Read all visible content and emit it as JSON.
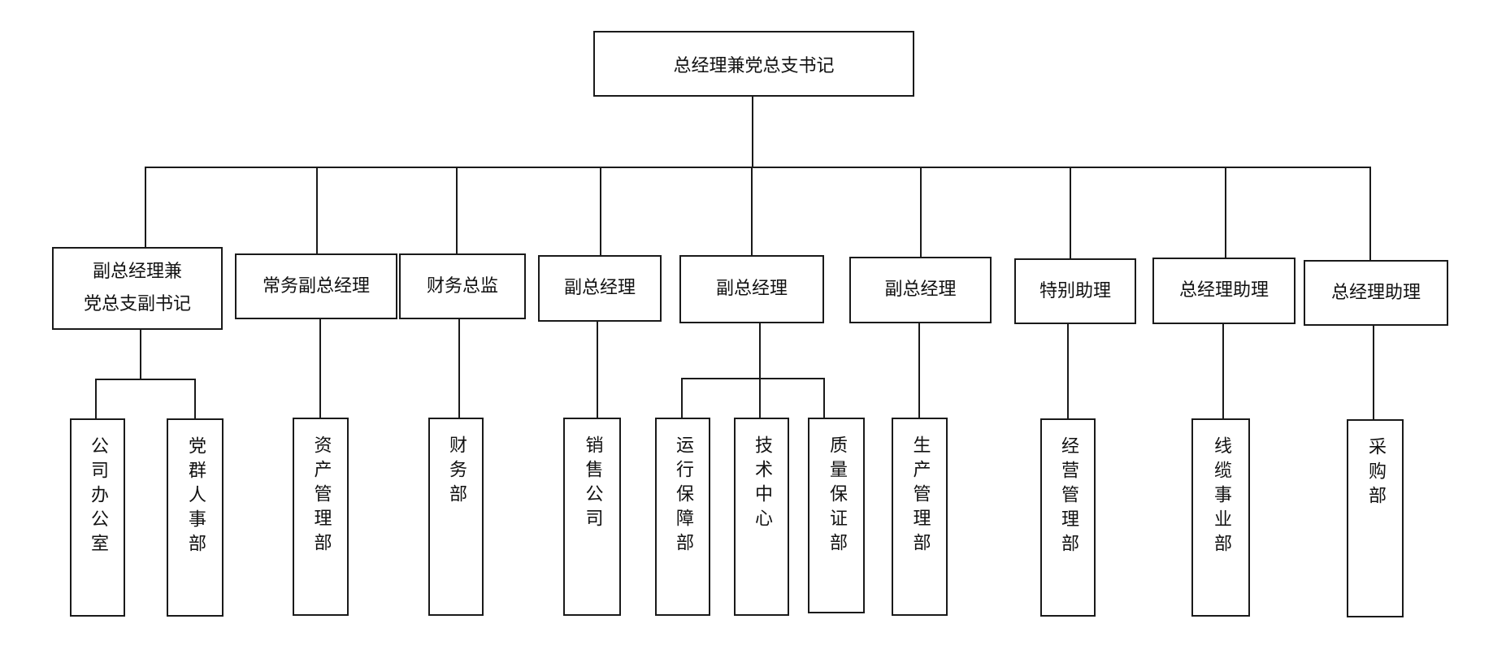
{
  "root": {
    "label": "总经理兼党总支书记"
  },
  "managers": [
    {
      "label": "副总经理兼\n党总支副书记"
    },
    {
      "label": "常务副总经理"
    },
    {
      "label": "财务总监"
    },
    {
      "label": "副总经理"
    },
    {
      "label": "副总经理"
    },
    {
      "label": "副总经理"
    },
    {
      "label": "特别助理"
    },
    {
      "label": "总经理助理"
    },
    {
      "label": "总经理助理"
    }
  ],
  "departments": [
    {
      "label": "公司办公室",
      "manager": 0
    },
    {
      "label": "党群人事部",
      "manager": 0
    },
    {
      "label": "资产管理部",
      "manager": 1
    },
    {
      "label": "财务部",
      "manager": 2
    },
    {
      "label": "销售公司",
      "manager": 3
    },
    {
      "label": "运行保障部",
      "manager": 4
    },
    {
      "label": "技术中心",
      "manager": 4
    },
    {
      "label": "质量保证部",
      "manager": 4
    },
    {
      "label": "生产管理部",
      "manager": 5
    },
    {
      "label": "经营管理部",
      "manager": 6
    },
    {
      "label": "线缆事业部",
      "manager": 7
    },
    {
      "label": "采购部",
      "manager": 8
    }
  ]
}
